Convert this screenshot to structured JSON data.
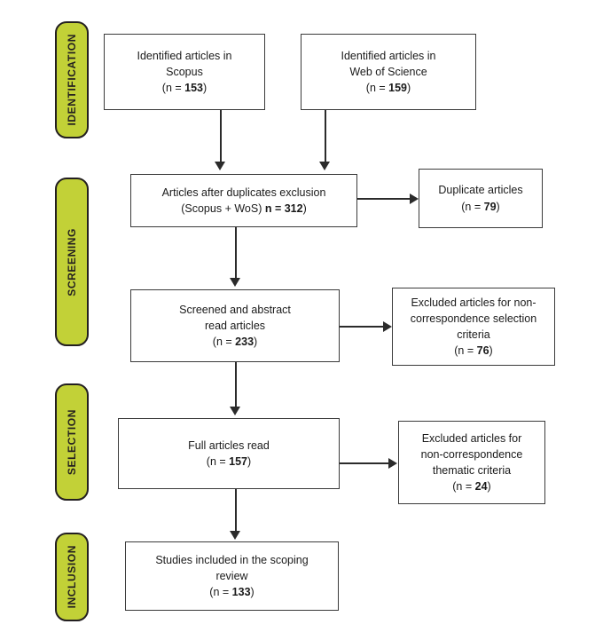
{
  "diagram": {
    "type": "prisma-flow-diagram",
    "title": "PRISMA scoping review flow diagram",
    "colors": {
      "stage_pill_fill": "#c2d137",
      "stage_pill_border": "#231f20",
      "box_border": "#3a3a3a",
      "box_fill": "#ffffff",
      "connector": "#2b2b2b",
      "text": "#1a1a1a",
      "background": "#ffffff"
    },
    "stages": [
      {
        "id": "identification",
        "label": "IDENTIFICATION"
      },
      {
        "id": "screening",
        "label": "SCREENING"
      },
      {
        "id": "selection",
        "label": "SELECTION"
      },
      {
        "id": "inclusion",
        "label": "INCLUSION"
      }
    ],
    "boxes": [
      {
        "id": "scopus",
        "stage": "identification",
        "lines": [
          "Identified articles in",
          "Scopus"
        ],
        "count_prefix": "(n = ",
        "count": "153",
        "count_suffix": ")"
      },
      {
        "id": "web-of-science",
        "stage": "identification",
        "lines": [
          "Identified articles in",
          "Web of Science"
        ],
        "count_prefix": "(n = ",
        "count": "159",
        "count_suffix": ")"
      },
      {
        "id": "after-duplicates",
        "stage": "screening",
        "lines": [
          "Articles after duplicates exclusion"
        ],
        "count_prefix": "(Scopus + WoS) ",
        "count": "n = 312",
        "count_suffix": ")"
      },
      {
        "id": "duplicate-articles",
        "stage": "screening",
        "lines": [
          "Duplicate articles"
        ],
        "count_prefix": "(n = ",
        "count": "79",
        "count_suffix": ")"
      },
      {
        "id": "screened-abstract-read",
        "stage": "screening",
        "lines": [
          "Screened and abstract",
          "read articles"
        ],
        "count_prefix": "(n = ",
        "count": "233",
        "count_suffix": ")"
      },
      {
        "id": "excluded-selection-criteria",
        "stage": "screening",
        "lines": [
          "Excluded articles for non-",
          "correspondence selection",
          "criteria"
        ],
        "count_prefix": "(n = ",
        "count": "76",
        "count_suffix": ")"
      },
      {
        "id": "full-articles-read",
        "stage": "selection",
        "lines": [
          "Full articles read"
        ],
        "count_prefix": "(n = ",
        "count": "157",
        "count_suffix": ")"
      },
      {
        "id": "excluded-thematic-criteria",
        "stage": "selection",
        "lines": [
          "Excluded articles for",
          "non-correspondence",
          "thematic criteria"
        ],
        "count_prefix": "(n = ",
        "count": "24",
        "count_suffix": ")"
      },
      {
        "id": "included-studies",
        "stage": "inclusion",
        "lines": [
          "Studies included in the scoping",
          "review"
        ],
        "count_prefix": "(n = ",
        "count": "133",
        "count_suffix": ")"
      }
    ]
  }
}
